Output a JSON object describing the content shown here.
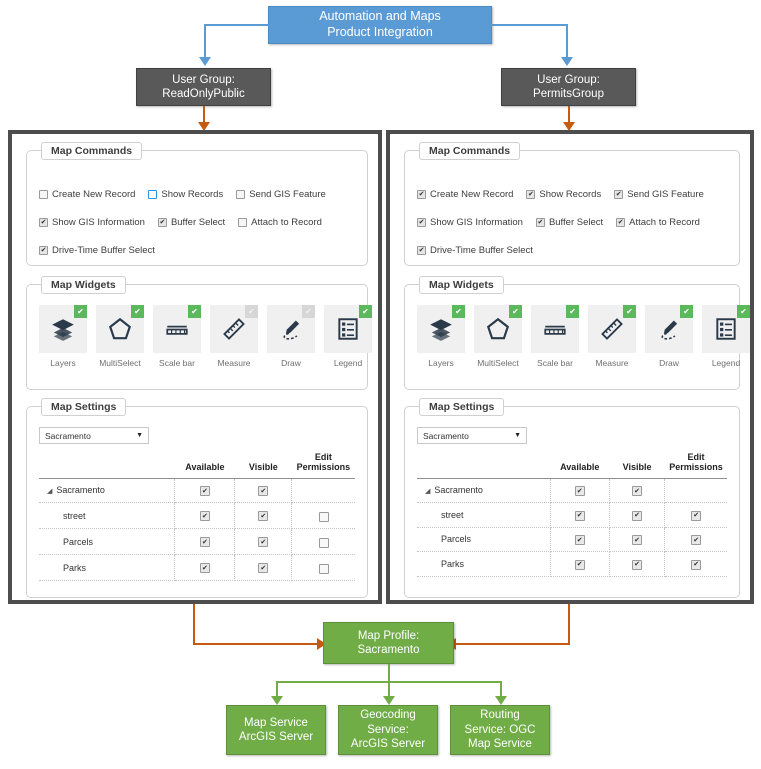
{
  "title_box": {
    "line1": "Automation and Maps",
    "line2": "Product Integration"
  },
  "user_groups": [
    {
      "line1": "User Group:",
      "line2": "ReadOnlyPublic"
    },
    {
      "line1": "User Group:",
      "line2": "PermitsGroup"
    }
  ],
  "sections": {
    "commands_legend": "Map Commands",
    "widgets_legend": "Map Widgets",
    "settings_legend": "Map Settings"
  },
  "commands": {
    "labels": [
      "Create New Record",
      "Show Records",
      "Send GIS Feature",
      "Show GIS Information",
      "Buffer Select",
      "Attach to Record",
      "Drive-Time Buffer Select"
    ],
    "left_states": [
      "unchecked",
      "focus",
      "unchecked",
      "checked",
      "checked",
      "unchecked",
      "checked"
    ],
    "right_states": [
      "checked",
      "checked",
      "checked",
      "checked",
      "checked",
      "checked",
      "checked"
    ]
  },
  "widgets": {
    "labels": [
      "Layers",
      "MultiSelect",
      "Scale bar",
      "Measure",
      "Draw",
      "Legend"
    ],
    "icons": [
      "layers-icon",
      "multiselect-icon",
      "scalebar-icon",
      "measure-icon",
      "draw-icon",
      "legend-icon"
    ],
    "left_enabled": [
      true,
      true,
      true,
      false,
      false,
      true
    ],
    "right_enabled": [
      true,
      true,
      true,
      true,
      true,
      true
    ],
    "badge_glyph": "✔"
  },
  "settings": {
    "dropdown_value": "Sacramento",
    "columns": [
      "",
      "Available",
      "Visible",
      "Edit Permissions"
    ],
    "column_edit_line1": "Edit",
    "column_edit_line2": "Permissions",
    "rows": [
      "Sacramento",
      "street",
      "Parcels",
      "Parks"
    ],
    "left_matrix": [
      [
        true,
        true,
        null
      ],
      [
        true,
        true,
        false
      ],
      [
        true,
        true,
        false
      ],
      [
        true,
        true,
        false
      ]
    ],
    "right_matrix": [
      [
        true,
        true,
        null
      ],
      [
        true,
        true,
        true
      ],
      [
        true,
        true,
        true
      ],
      [
        true,
        true,
        true
      ]
    ],
    "twisty_glyph": "◢"
  },
  "profile_box": {
    "line1": "Map Profile:",
    "line2": "Sacramento"
  },
  "services": [
    {
      "line1": "Map Service",
      "line2": "ArcGIS Server",
      "line3": ""
    },
    {
      "line1": "Geocoding",
      "line2": "Service:",
      "line3": "ArcGIS Server"
    },
    {
      "line1": "Routing",
      "line2": "Service: OGC",
      "line3": "Map Service"
    }
  ],
  "colors": {
    "blue": "#5B9BD5",
    "gray": "#595959",
    "green": "#70AD47",
    "orange": "#C55A11",
    "panel_border": "#4d4d4d",
    "badge_on": "#5cb85c",
    "badge_off": "#d6d6d6"
  }
}
